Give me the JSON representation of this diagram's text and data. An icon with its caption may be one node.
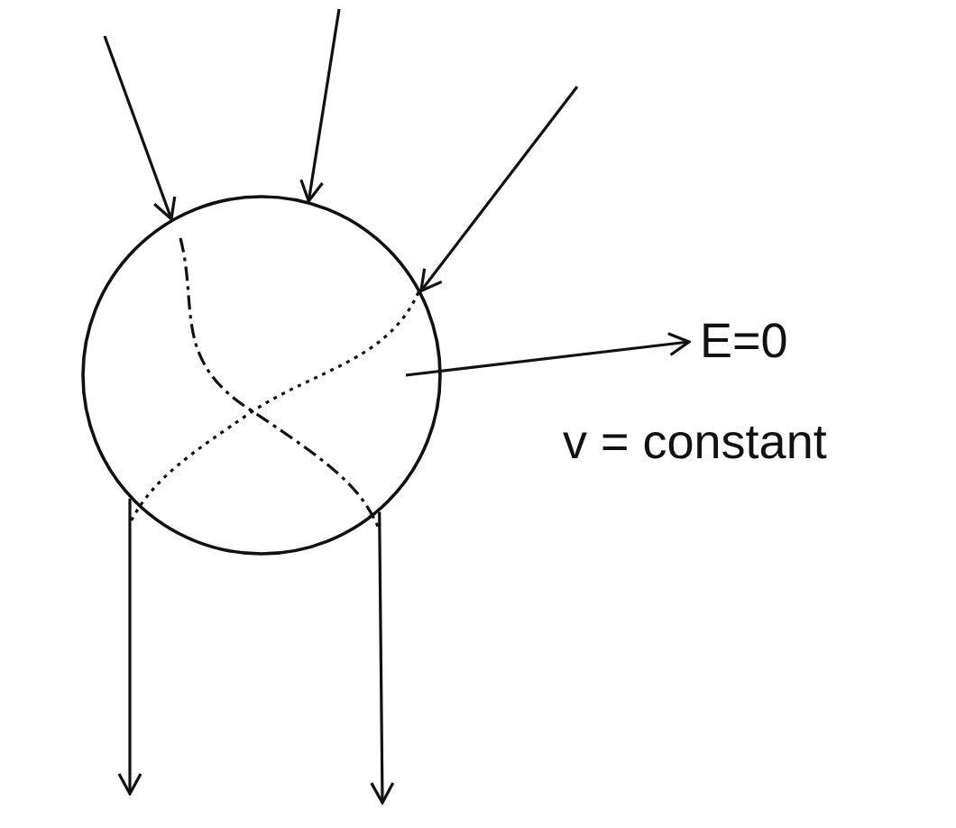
{
  "diagram": {
    "nodes": [
      {
        "text": [],
        "shape": "circle"
      },
      {
        "text": [
          "E=0"
        ]
      }
    ],
    "edges": [
      {
        "from": null,
        "to": 0,
        "arrow": "to"
      },
      {
        "from": null,
        "to": 0,
        "arrow": "to"
      },
      {
        "from": null,
        "to": 0,
        "arrow": "to"
      },
      {
        "from": 0,
        "to": null,
        "arrow": "to"
      },
      {
        "from": 0,
        "to": null,
        "arrow": "to"
      },
      {
        "from": 0,
        "to": 1,
        "arrow": "to"
      }
    ],
    "labels": [
      "v = constant"
    ]
  }
}
